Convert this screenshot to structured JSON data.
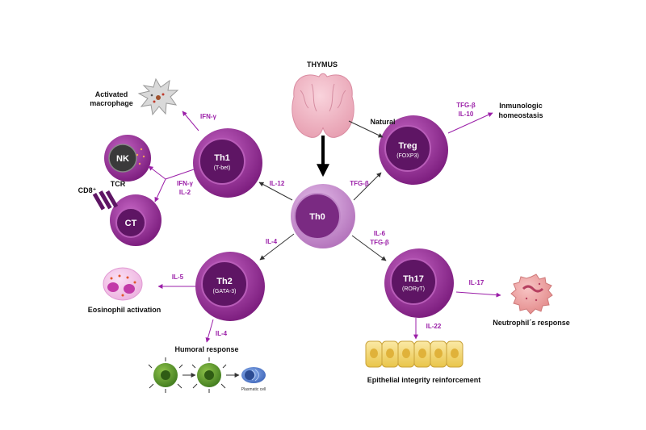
{
  "colors": {
    "cell_outer": "#8e2a8f",
    "cell_inner": "#b64fb5",
    "nucleus": "#5e1564",
    "th0_outer": "#c98ad0",
    "th0_nucleus": "#7a2a82",
    "cytokine": "#9b1fa8",
    "arrow_dark": "#222222"
  },
  "thymus": {
    "label": "THYMUS"
  },
  "th0": {
    "name": "Th0"
  },
  "th1": {
    "name": "Th1",
    "tf": "(T-bet)"
  },
  "th2": {
    "name": "Th2",
    "tf": "(GATA-3)"
  },
  "th17": {
    "name": "Th17",
    "tf": "(RORγT)"
  },
  "treg": {
    "name": "Treg",
    "tf": "(FOXP3)"
  },
  "nk": {
    "name": "NK"
  },
  "ct": {
    "name": "CT",
    "tcr": "TCR",
    "cd8": "CD8⁺"
  },
  "macrophage": {
    "label_line1": "Activated",
    "label_line2": "macrophage"
  },
  "eosinophil": {
    "label": "Eosinophil activation"
  },
  "humoral": {
    "label": "Humoral response",
    "plasmatic": "Plasmatic cell"
  },
  "epithelial": {
    "label": "Epithelial integrity reinforcement"
  },
  "neutrophil": {
    "label": "Neutrophil´s response"
  },
  "homeostasis": {
    "label_line1": "Inmunologic",
    "label_line2": "homeostasis"
  },
  "natural": {
    "label": "Natural"
  },
  "cytokines": {
    "ifn_macro": "IFN-γ",
    "il12": "IL-12",
    "ifn_ct_1": "IFN-γ",
    "ifn_ct_2": "IL-2",
    "il4_th2": "IL-4",
    "il5": "IL-5",
    "il4_humoral": "IL-4",
    "tgf_treg": "TFG-β",
    "il6": "IL-6",
    "tgf_th17": "TFG-β",
    "il22": "IL-22",
    "il17": "IL-17",
    "tgf_homeo": "TFG-β",
    "il10": "IL-10"
  }
}
